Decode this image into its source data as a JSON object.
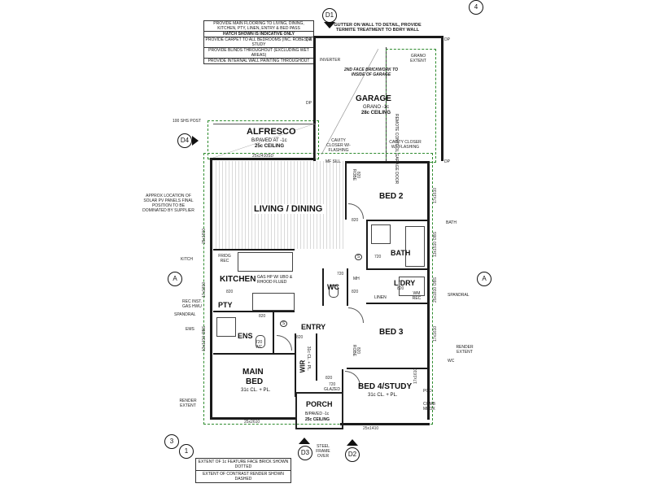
{
  "notes": [
    "PROVIDE MAIN FLOORING TO LIVING, DINING, KITCHEN, PTY, LINEN, ENTRY & BED PASS",
    "HATCH SHOWN IS INDICATIVE ONLY",
    "PROVIDE CARPET TO ALL BEDROOMS (INC. ROBES) & STUDY",
    "PROVIDE BLINDS THROUGHOUT (EXCLUDING WET AREAS)",
    "PROVIDE INTERNAL WALL PAINTING THROUGHOUT"
  ],
  "gutter_note": "GUTTER ON WALL TO DETAIL, PROVIDE TERMITE TREATMENT TO BDRY WALL",
  "rooms": {
    "garage": {
      "name": "GARAGE",
      "sub1": "GRANO -1c",
      "sub2": "28c CEILING"
    },
    "alfresco": {
      "name": "ALFRESCO",
      "sub1": "B/PAVED AT -1c",
      "sub2": "25c CEILING"
    },
    "living": {
      "name": "LIVING / DINING"
    },
    "kitchen": {
      "name": "KITCHEN",
      "sub": "GAS HP W/ UBO & RHOOD FLUED"
    },
    "bed2": {
      "name": "BED 2"
    },
    "bath": {
      "name": "BATH"
    },
    "ldry": {
      "name": "L'DRY"
    },
    "wc": {
      "name": "WC"
    },
    "bed3": {
      "name": "BED 3"
    },
    "entry": {
      "name": "ENTRY"
    },
    "ens": {
      "name": "ENS"
    },
    "main_bed": {
      "name": "MAIN BED",
      "sub": "31c CL. + PL."
    },
    "wir": {
      "name": "WIR",
      "sub": "31c CL. + PL."
    },
    "bed4": {
      "name": "BED 4/STUDY",
      "sub": "31c CL. + PL."
    },
    "porch": {
      "name": "PORCH",
      "sub1": "B/PAVED -1c",
      "sub2": "25c CEILING"
    },
    "pty": {
      "name": "PTY"
    },
    "linen": {
      "name": "LINEN"
    }
  },
  "labels": {
    "inverter": "INVERTER",
    "brickwork": "2ND FACE BRICKWORK TO INSIDE OF GARAGE",
    "grano_extent": "GRANO EXTENT",
    "remote_door": "REMOTE CONTROL GARAGE DOOR",
    "cavity_closer_1": "CAVITY CLOSER W/- FLASHING",
    "cavity_closer_2": "CAVITY CLOSER W/- FLASHING",
    "shs_post": "100 SHS POST",
    "solar_note": "APPROX LOCATION OF SOLAR PV PANELS FINAL POSITION TO BE DOMINATED BY SUPPLIER",
    "kitch": "KITCH",
    "rec_inst": "REC INST. GAS HWU",
    "spandral_l": "SPANDRAL",
    "ems": "EMS",
    "render_extent_l": "RENDER EXTENT",
    "bath_r": "BATH",
    "spandral_r": "SPANDRAL",
    "render_extent_r": "RENDER EXTENT",
    "wc_r": "WC",
    "pcd": "PCD",
    "comb_box": "COMB MBOX",
    "steel_frame": "STEEL FRAME OVER",
    "frdg_rec": "FRIDG REC",
    "wm_rec": "WM REC",
    "mf_sill": "MF SILL",
    "glazed": "GLAZED",
    "robe": "ROBE",
    "dp": "DP",
    "mh": "MH",
    "s": "S"
  },
  "dims": {
    "d_2410": "25x2410SD",
    "d_2610": "25x2610",
    "d_1410": "25x1410",
    "d_820_a": "820",
    "d_820_b": "820",
    "d_820_c": "820",
    "d_720_a": "720",
    "d_720_b": "720",
    "d_820_d": "820",
    "d_820_e": "820",
    "d_820_f": "820",
    "d_820_g": "820",
    "d_720_wc": "720 WC",
    "d_720_wc2": "720",
    "d_820_h": "820",
    "d_820_i": "820",
    "d_side_1": "17x1610",
    "d_side_2": "13x1510 OBS",
    "d_side_3": "25x1810 OBS",
    "d_side_4": "17x1610",
    "d_side_5": "17x1610",
    "d_left_1": "25x1810",
    "d_left_2": "17x1810",
    "d_left_3": "13x1210 OBS"
  },
  "markers": {
    "d1": "D1",
    "d2": "D2",
    "d3": "D3",
    "d4": "D4",
    "a_left": "A",
    "a_right": "A",
    "n1": "1",
    "n3": "3",
    "n4": "4"
  },
  "legend": [
    "EXTENT OF 1c FEATURE FACE BRICK SHOWN DOTTED",
    "EXTENT OF CONTRAST RENDER SHOWN DASHED"
  ]
}
